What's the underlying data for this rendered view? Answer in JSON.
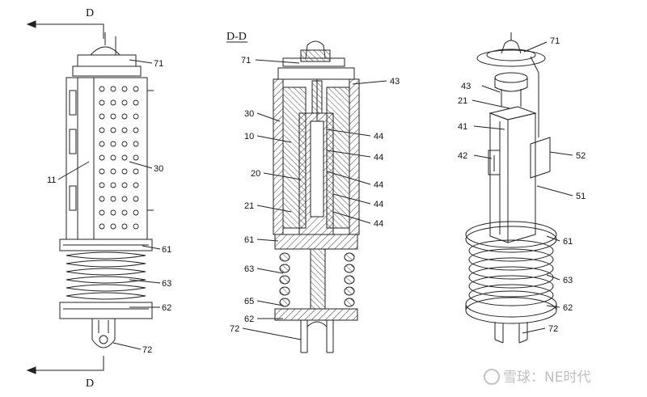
{
  "section_marker": "D",
  "section_title": "D-D",
  "watermark": "雪球：NE时代",
  "views": {
    "left": {
      "labels": [
        "71",
        "30",
        "11",
        "61",
        "63",
        "62",
        "72"
      ]
    },
    "middle": {
      "labels": [
        "71",
        "43",
        "30",
        "10",
        "44",
        "44",
        "20",
        "44",
        "21",
        "44",
        "44",
        "61",
        "63",
        "65",
        "62",
        "72"
      ]
    },
    "right": {
      "labels": [
        "71",
        "43",
        "21",
        "41",
        "42",
        "52",
        "51",
        "61",
        "63",
        "62",
        "72"
      ]
    }
  }
}
